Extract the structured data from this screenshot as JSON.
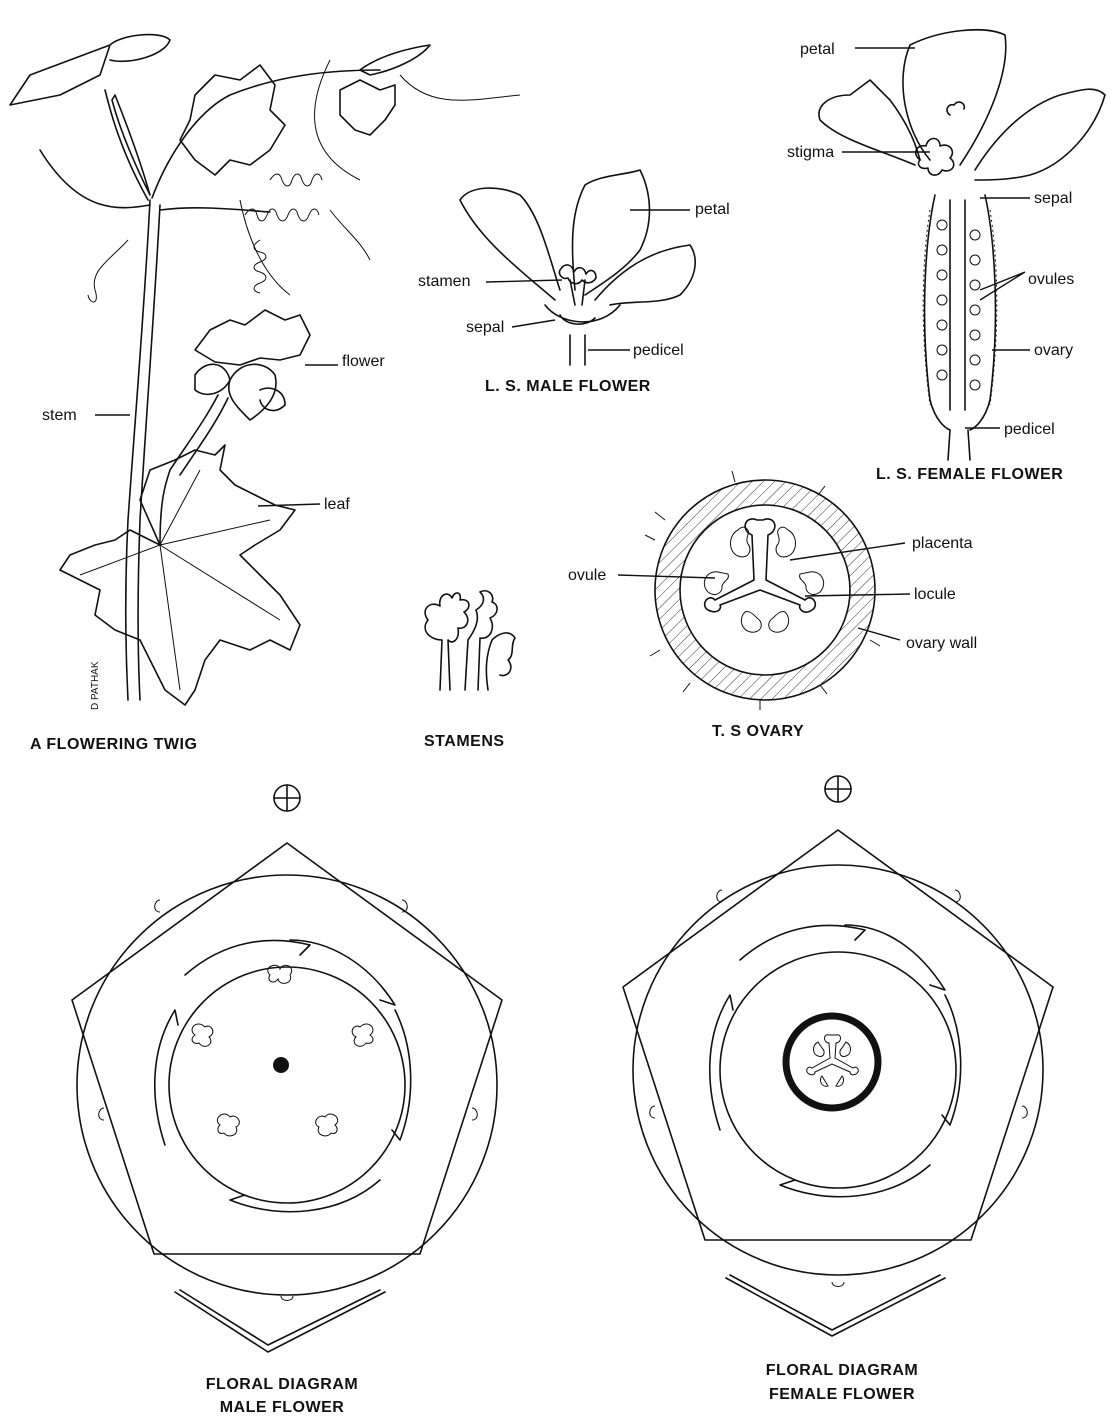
{
  "twig": {
    "caption": "A FLOWERING TWIG",
    "labels": {
      "flower": "flower",
      "stem": "stem",
      "leaf": "leaf"
    },
    "signature": "D PATHAK"
  },
  "male_flower": {
    "caption": "L. S. MALE FLOWER",
    "labels": {
      "petal": "petal",
      "stamen": "stamen",
      "sepal": "sepal",
      "pedicel": "pedicel"
    }
  },
  "female_flower": {
    "caption": "L. S. FEMALE FLOWER",
    "labels": {
      "petal": "petal",
      "stigma": "stigma",
      "sepal": "sepal",
      "ovules": "ovules",
      "ovary": "ovary",
      "pedicel": "pedicel"
    }
  },
  "stamens": {
    "caption": "STAMENS"
  },
  "ovary_ts": {
    "caption": "T. S OVARY",
    "labels": {
      "placenta": "placenta",
      "ovule": "ovule",
      "locule": "locule",
      "ovary_wall": "ovary wall"
    }
  },
  "floral_diagram_male": {
    "caption_line1": "FLORAL DIAGRAM",
    "caption_line2": "MALE FLOWER",
    "symmetry_icon": "actinomorphic-symbol"
  },
  "floral_diagram_female": {
    "caption_line1": "FLORAL DIAGRAM",
    "caption_line2": "FEMALE FLOWER",
    "symmetry_icon": "actinomorphic-symbol"
  }
}
